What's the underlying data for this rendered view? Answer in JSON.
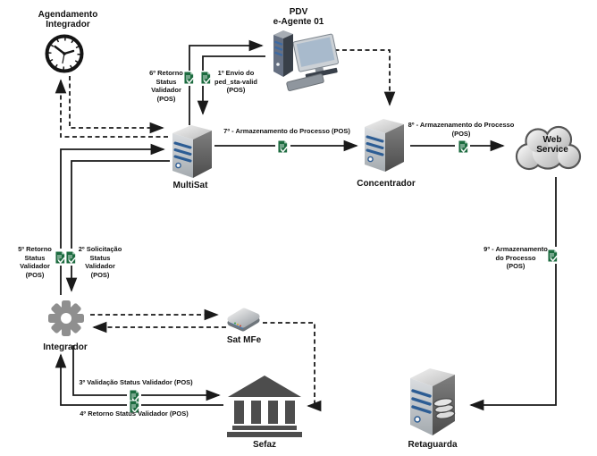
{
  "diagram": {
    "background": "#ffffff",
    "colors": {
      "edge": "#1a1a1a",
      "doc_icon_green": "#1c6b3f",
      "server_stripe_blue": "#2d5d94",
      "gear_gray": "#8f8f8f",
      "bank_gray": "#4d4d4d"
    },
    "nodes": {
      "agendamento": {
        "label": "Agendamento\nIntegrador",
        "icon": "clock-icon"
      },
      "pdv": {
        "label": "PDV\ne-Agente 01",
        "icon": "desktop-computer-icon"
      },
      "multisat": {
        "label": "MultiSat",
        "icon": "server-tower-icon"
      },
      "concentrador": {
        "label": "Concentrador",
        "icon": "server-tower-icon"
      },
      "webservice": {
        "label": "Web Service",
        "icon": "cloud-icon"
      },
      "integrador": {
        "label": "Integrador",
        "icon": "gear-icon"
      },
      "satmfe": {
        "label": "Sat MFe",
        "icon": "sat-device-icon"
      },
      "sefaz": {
        "label": "Sefaz",
        "icon": "bank-icon"
      },
      "retaguarda": {
        "label": "Retaguarda",
        "icon": "database-server-icon"
      }
    },
    "flows": {
      "f1": {
        "label": "1º Envio do\nped_sta-valid\n(POS)",
        "from": "pdv",
        "to": "multisat"
      },
      "f2": {
        "label": "2º Solicitação\nStatus\nValidador\n(POS)",
        "from": "multisat",
        "to": "integrador"
      },
      "f3": {
        "label": "3º Validação Status Validador (POS)",
        "from": "integrador",
        "to": "sefaz"
      },
      "f4": {
        "label": "4º Retorno Status Validador (POS)",
        "from": "sefaz",
        "to": "integrador"
      },
      "f5": {
        "label": "5º Retorno\nStatus\nValidador\n(POS)",
        "from": "integrador",
        "to": "multisat"
      },
      "f6": {
        "label": "6º Retorno\nStatus\nValidador\n(POS)",
        "from": "multisat",
        "to": "pdv"
      },
      "f7": {
        "label": "7º - Armazenamento do Processo (POS)",
        "from": "multisat",
        "to": "concentrador"
      },
      "f8": {
        "label": "8º - Armazenamento do Processo\n(POS)",
        "from": "concentrador",
        "to": "webservice"
      },
      "f9": {
        "label": "9º - Armazenamento\ndo Processo\n(POS)",
        "from": "webservice",
        "to": "retaguarda"
      }
    }
  }
}
